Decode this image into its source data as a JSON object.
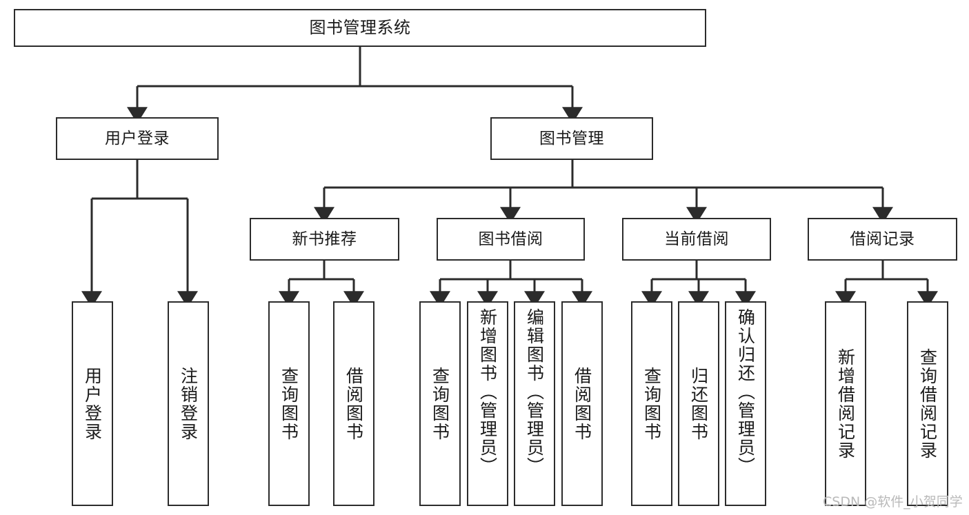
{
  "diagram": {
    "title": "图书管理系统",
    "type": "tree",
    "watermark": "CSDN @软件_小贺同学",
    "colors": {
      "background": "#ffffff",
      "node_border": "#2b2b2b",
      "node_fill": "#ffffff",
      "connector": "#2b2b2b",
      "text": "#1a1a1a",
      "watermark": "#b9b9b9"
    },
    "nodes": {
      "root": {
        "label": "图书管理系统"
      },
      "level2": [
        {
          "id": "user-login",
          "label": "用户登录"
        },
        {
          "id": "book-manage",
          "label": "图书管理"
        }
      ],
      "level3": [
        {
          "id": "new-book-recommend",
          "label": "新书推荐"
        },
        {
          "id": "book-borrow",
          "label": "图书借阅"
        },
        {
          "id": "current-borrow",
          "label": "当前借阅"
        },
        {
          "id": "borrow-record",
          "label": "借阅记录"
        }
      ],
      "leaves": {
        "user-login": [
          {
            "id": "leaf-user-login",
            "label": "用户登录"
          },
          {
            "id": "leaf-logout-login",
            "label": "注销登录"
          }
        ],
        "new-book-recommend": [
          {
            "id": "leaf-query-book-1",
            "label": "查询图书"
          },
          {
            "id": "leaf-borrow-book-1",
            "label": "借阅图书"
          }
        ],
        "book-borrow": [
          {
            "id": "leaf-query-book-2",
            "label": "查询图书"
          },
          {
            "id": "leaf-add-book",
            "label": "新增图书（管理员）"
          },
          {
            "id": "leaf-edit-book",
            "label": "编辑图书（管理员）"
          },
          {
            "id": "leaf-borrow-book-2",
            "label": "借阅图书"
          }
        ],
        "current-borrow": [
          {
            "id": "leaf-query-book-3",
            "label": "查询图书"
          },
          {
            "id": "leaf-return-book",
            "label": "归还图书"
          },
          {
            "id": "leaf-confirm-return",
            "label": "确认归还（管理员）"
          }
        ],
        "borrow-record": [
          {
            "id": "leaf-add-record",
            "label": "新增借阅记录"
          },
          {
            "id": "leaf-query-record",
            "label": "查询借阅记录"
          }
        ]
      }
    }
  }
}
